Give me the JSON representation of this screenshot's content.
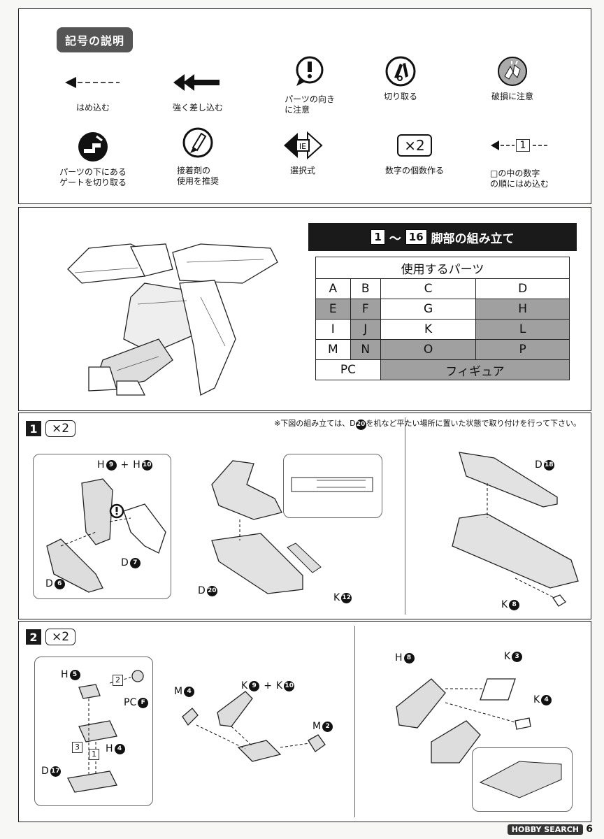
{
  "legend": {
    "title": "記号の説明",
    "items": [
      {
        "icon": "dashed-arrow-icon",
        "label": "はめ込む"
      },
      {
        "icon": "double-arrow-icon",
        "label": "強く差し込む"
      },
      {
        "icon": "caution-icon",
        "label": "パーツの向き\nに注意"
      },
      {
        "icon": "nipper-icon",
        "label": "切り取る"
      },
      {
        "icon": "breakage-icon",
        "label": "破損に注意"
      },
      {
        "icon": "gate-cut-icon",
        "label": "パーツの下にある\nゲートを切り取る"
      },
      {
        "icon": "glue-icon",
        "label": "接着剤の\n使用を推奨"
      },
      {
        "icon": "choice-icon",
        "label": "選択式"
      },
      {
        "icon": "multiply-icon",
        "label": "数字の個数作る",
        "box_text": "×2"
      },
      {
        "icon": "order-arrow-icon",
        "label": "□の中の数字\nの順にはめ込む",
        "box_text": "1"
      }
    ]
  },
  "parts_section": {
    "step_from": "1",
    "step_to": "16",
    "tilde": "～",
    "title_suffix": "脚部の組み立て",
    "table_header": "使用するパーツ",
    "rows": [
      [
        {
          "t": "A",
          "dark": false
        },
        {
          "t": "B",
          "dark": false
        },
        {
          "t": "C",
          "dark": false
        },
        {
          "t": "D",
          "dark": false
        }
      ],
      [
        {
          "t": "E",
          "dark": true
        },
        {
          "t": "F",
          "dark": true
        },
        {
          "t": "G",
          "dark": false
        },
        {
          "t": "H",
          "dark": true
        }
      ],
      [
        {
          "t": "I",
          "dark": false
        },
        {
          "t": "J",
          "dark": true
        },
        {
          "t": "K",
          "dark": false
        },
        {
          "t": "L",
          "dark": true
        }
      ],
      [
        {
          "t": "M",
          "dark": false
        },
        {
          "t": "N",
          "dark": true
        },
        {
          "t": "O",
          "dark": true
        },
        {
          "t": "P",
          "dark": true
        }
      ]
    ],
    "bottom_left": "PC",
    "bottom_right": "フィギュア"
  },
  "step1": {
    "num": "1",
    "mult": "×2",
    "note_before": "※下図の組み立ては、D",
    "note_part": "20",
    "note_after": "を机など平たい場所に置いた状態で取り付けを行って下さい。",
    "labels": {
      "h9": {
        "letter": "H",
        "num": "9"
      },
      "plus": "+",
      "h10": {
        "letter": "H",
        "num": "10"
      },
      "d6": {
        "letter": "D",
        "num": "6"
      },
      "d7": {
        "letter": "D",
        "num": "7"
      },
      "d20": {
        "letter": "D",
        "num": "20"
      },
      "k12": {
        "letter": "K",
        "num": "12"
      },
      "d18": {
        "letter": "D",
        "num": "18"
      },
      "k8": {
        "letter": "K",
        "num": "8"
      }
    }
  },
  "step2": {
    "num": "2",
    "mult": "×2",
    "labels": {
      "h5": {
        "letter": "H",
        "num": "5"
      },
      "pcf": {
        "letter": "PC",
        "num": "F"
      },
      "h4": {
        "letter": "H",
        "num": "4"
      },
      "d17": {
        "letter": "D",
        "num": "17"
      },
      "m4": {
        "letter": "M",
        "num": "4"
      },
      "k9": {
        "letter": "K",
        "num": "9"
      },
      "plus": "+",
      "k10": {
        "letter": "K",
        "num": "10"
      },
      "m2": {
        "letter": "M",
        "num": "2"
      },
      "h8": {
        "letter": "H",
        "num": "8"
      },
      "k3": {
        "letter": "K",
        "num": "3"
      },
      "k4": {
        "letter": "K",
        "num": "4"
      }
    },
    "order_boxes": [
      "2",
      "3",
      "1"
    ]
  },
  "footer": {
    "logo": "HOBBY SEARCH",
    "page": "6"
  }
}
